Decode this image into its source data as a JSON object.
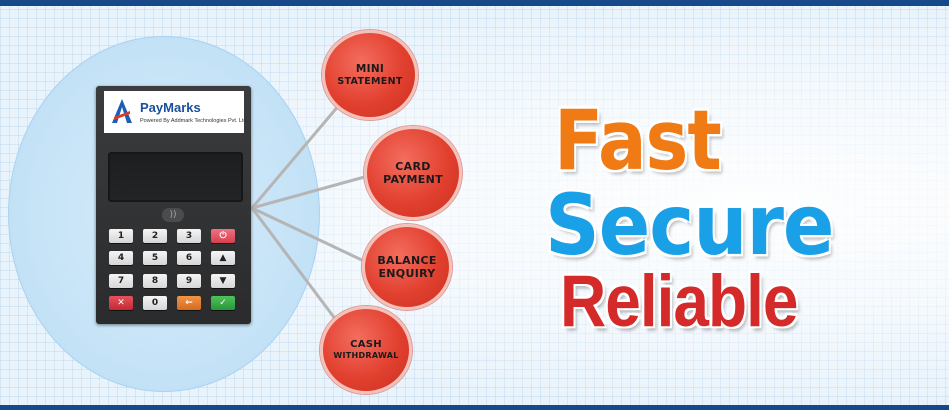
{
  "device": {
    "brand": "PayMarks",
    "tagline": "Powered By Addmark Technologies Pvt. Ltd.",
    "keys": [
      "1",
      "2",
      "3",
      "⏻",
      "4",
      "5",
      "6",
      "▲",
      "7",
      "8",
      "9",
      "▼",
      "✕",
      "0",
      "←",
      "✓"
    ]
  },
  "services": [
    {
      "line1": "MINI",
      "line2": "STATEMENT"
    },
    {
      "line1": "CARD",
      "line2": "PAYMENT"
    },
    {
      "line1": "BALANCE",
      "line2": "ENQUIRY"
    },
    {
      "line1": "CASH",
      "line2": "WITHDRAWAL"
    }
  ],
  "slogans": {
    "fast": "Fast",
    "secure": "Secure",
    "reliable": "Reliable"
  },
  "colors": {
    "frame_bar": "#15498a",
    "bubble": "#e2402f",
    "fast": "#f07a14",
    "secure": "#1aa0e6",
    "reliable": "#d42a2a",
    "brand": "#1a4f9c"
  }
}
